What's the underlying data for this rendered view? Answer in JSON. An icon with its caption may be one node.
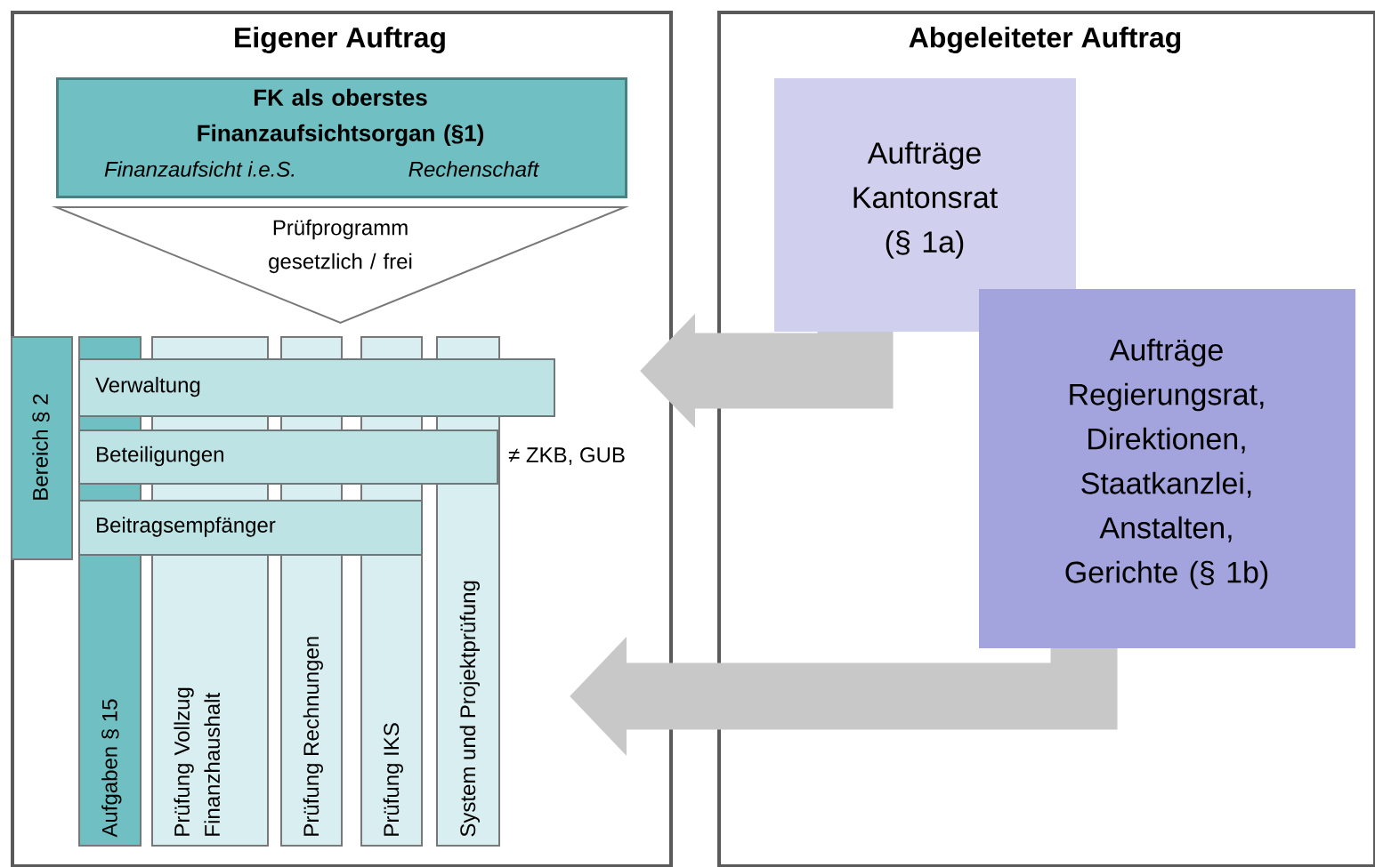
{
  "diagram": {
    "nodes": [
      {
        "text": [
          "Eigener Auftrag"
        ]
      },
      {
        "text": [
          "Abgeleiteter Auftrag"
        ]
      },
      {
        "text": [
          "FK als oberstes Finanzaufsichtsorgan (§1)",
          "Finanzaufsicht i.e.S.",
          "Rechenschaft"
        ],
        "in": 0
      },
      {
        "text": [
          "Prüfprogramm gesetzlich / frei"
        ],
        "in": 0
      },
      {
        "text": [
          "Bereich § 2"
        ],
        "in": 0
      },
      {
        "text": [
          "Aufgaben § 15"
        ],
        "in": 0
      },
      {
        "text": [
          "Prüfung Vollzug Finanzhaushalt"
        ],
        "in": 0
      },
      {
        "text": [
          "Prüfung Rechnungen"
        ],
        "in": 0
      },
      {
        "text": [
          "Prüfung IKS"
        ],
        "in": 0
      },
      {
        "text": [
          "System und Projektprüfung"
        ],
        "in": 0
      },
      {
        "text": [
          "Verwaltung"
        ],
        "in": 0
      },
      {
        "text": [
          "Beteiligungen"
        ],
        "in": 0,
        "beside": [
          "≠ ZKB, GUB"
        ]
      },
      {
        "text": [
          "Beitragsempfänger"
        ],
        "in": 0
      },
      {
        "text": [
          "Aufträge Kantonsrat (§ 1a)"
        ],
        "in": 1
      },
      {
        "text": [
          "Aufträge Regierungsrat, Direktionen, Staatkanzlei, Anstalten, Gerichte (§ 1b)"
        ],
        "in": 1
      }
    ],
    "edges": [
      {
        "from": 13,
        "to": 0,
        "arrow": "to"
      },
      {
        "from": 14,
        "to": 0,
        "arrow": "to"
      }
    ]
  }
}
